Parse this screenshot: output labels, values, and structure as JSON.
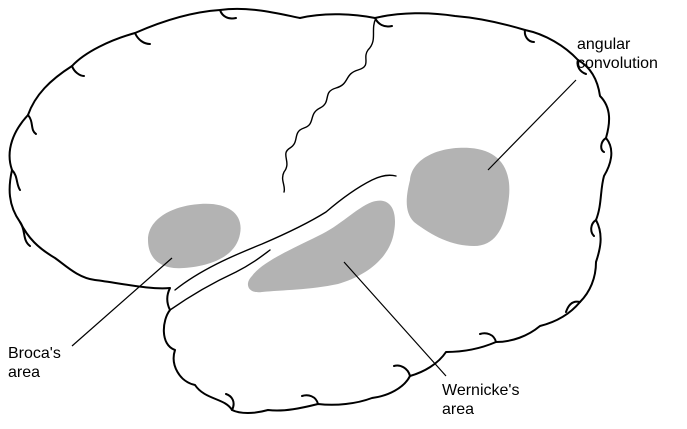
{
  "colors": {
    "outline": "#000000",
    "region_fill": "#b3b3b3",
    "background": "#ffffff"
  },
  "labels": {
    "angular": {
      "line1": "angular",
      "line2": "convolution"
    },
    "broca": {
      "line1": "Broca's",
      "line2": "area"
    },
    "wernicke": {
      "line1": "Wernicke's",
      "line2": "area"
    }
  }
}
